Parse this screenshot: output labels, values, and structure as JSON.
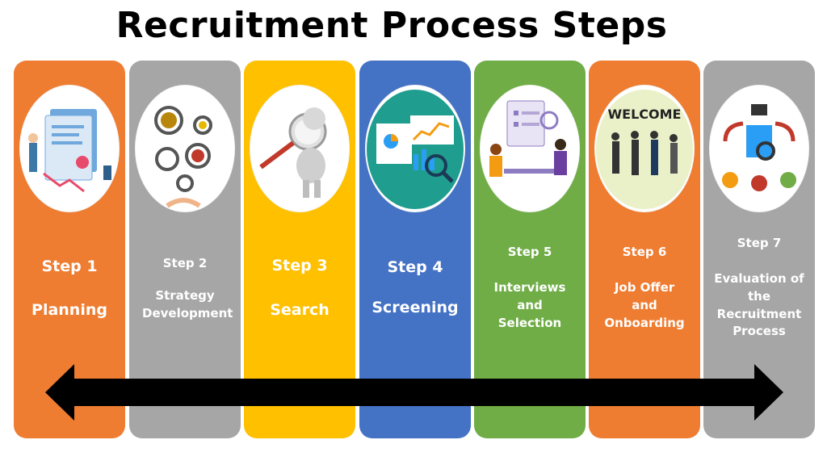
{
  "title": "Recruitment Process Steps",
  "colors": {
    "orange": "#EE7D32",
    "gray": "#A6A6A6",
    "yellow": "#FFC000",
    "blue": "#4472C4",
    "green": "#70AD47",
    "arrow": "#000000"
  },
  "steps": [
    {
      "step": "Step 1",
      "name": "Planning",
      "color": "orange",
      "icon": "planning-document-illustration"
    },
    {
      "step": "Step 2",
      "name": "Strategy Development",
      "color": "gray",
      "icon": "strategy-gears-illustration"
    },
    {
      "step": "Step 3",
      "name": "Search",
      "color": "yellow",
      "icon": "magnifying-glass-figure-illustration"
    },
    {
      "step": "Step 4",
      "name": "Screening",
      "color": "blue",
      "icon": "screening-dashboard-illustration"
    },
    {
      "step": "Step 5",
      "name": "Interviews and Selection",
      "color": "green",
      "icon": "interview-meeting-illustration"
    },
    {
      "step": "Step 6",
      "name": "Job Offer and Onboarding",
      "color": "orange",
      "icon": "welcome-handshake-illustration"
    },
    {
      "step": "Step 7",
      "name": "Evaluation of the Recruitment Process",
      "color": "gray",
      "icon": "evaluation-network-illustration"
    }
  ]
}
